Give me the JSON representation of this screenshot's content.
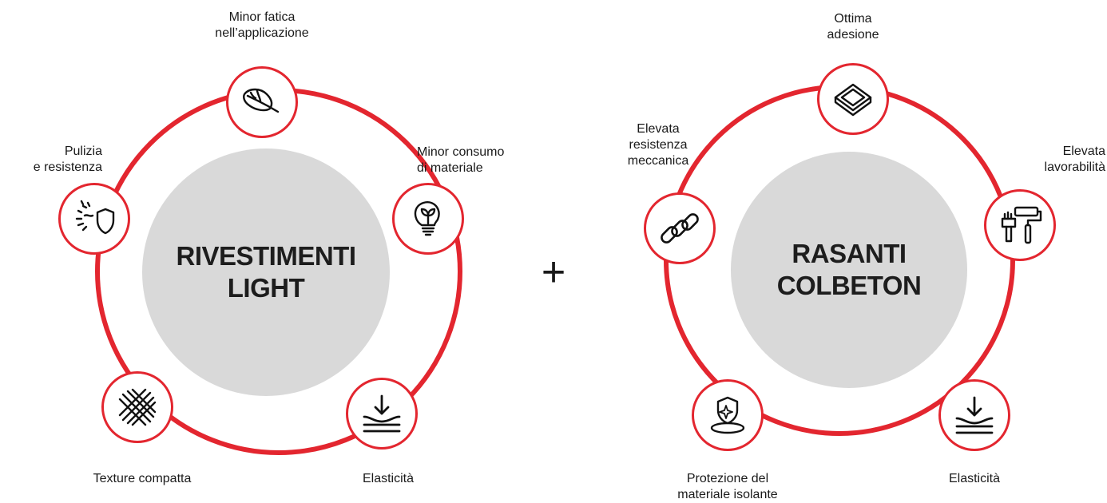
{
  "left": {
    "title": "RIVESTIMENTI\nLIGHT",
    "features": [
      {
        "label": "Minor fatica\nnell’applicazione",
        "icon": "feather-icon"
      },
      {
        "label": "Minor consumo\ndi materiale",
        "icon": "eco-bulb-icon"
      },
      {
        "label": "Elasticità",
        "icon": "elasticity-icon"
      },
      {
        "label": "Texture compatta",
        "icon": "mesh-icon"
      },
      {
        "label": "Pulizia\ne resistenza",
        "icon": "shield-icon"
      }
    ]
  },
  "right": {
    "title": "RASANTI\nCOLBETON",
    "features": [
      {
        "label": "Ottima\nadesione",
        "icon": "adhesion-icon"
      },
      {
        "label": "Elevata\nlavorabilità",
        "icon": "tools-icon"
      },
      {
        "label": "Elasticità",
        "icon": "elasticity-icon"
      },
      {
        "label": "Protezione del\nmateriale isolante",
        "icon": "protection-icon"
      },
      {
        "label": "Elevata\nresistenza\nmeccanica",
        "icon": "chain-icon"
      }
    ]
  },
  "operator": "+",
  "colors": {
    "accent": "#e3262f",
    "core": "#d9d9d9",
    "text": "#1a1a1a"
  }
}
